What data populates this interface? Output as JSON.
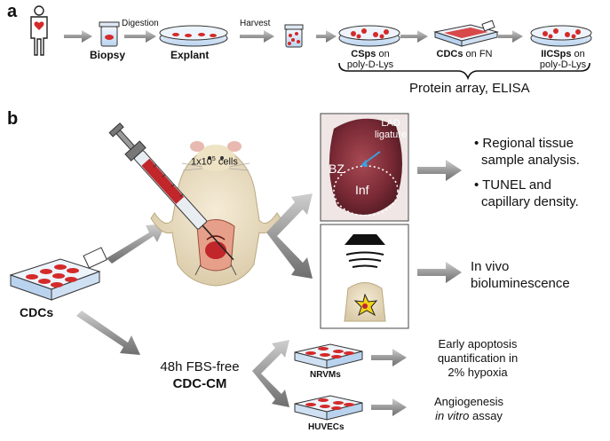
{
  "panel_a": {
    "letter": "a",
    "steps": {
      "biopsy": "Biopsy",
      "explant": "Explant",
      "csps": {
        "bold": "CSps",
        "rest1": " on",
        "rest2": "poly-D-Lys"
      },
      "cdcs": {
        "bold": "CDCs",
        "rest": " on FN"
      },
      "iicsps": {
        "bold": "IICSps",
        "rest1": " on",
        "rest2": "poly-D-Lys"
      }
    },
    "arrow_labels": {
      "digestion": "Digestion",
      "harvest": "Harvest"
    },
    "bracket_label": "Protein array, ELISA"
  },
  "panel_b": {
    "letter": "b",
    "cdcs_label": "CDCs",
    "cells": {
      "prefix": "1x10",
      "exp": "5",
      "suffix": " cells"
    },
    "heart": {
      "lad": "LAD",
      "ligature": "ligature",
      "bz": "BZ",
      "inf": "Inf"
    },
    "results": {
      "bullet1_line1": "• Regional tissue",
      "bullet1_line2": "sample analysis.",
      "bullet2_line1": "• TUNEL and",
      "bullet2_line2": "capillary density.",
      "invivo_line1": "In vivo",
      "invivo_line2": "bioluminescence"
    },
    "cm": {
      "line1": "48h FBS-free",
      "line2": "CDC-CM"
    },
    "nrvms": "NRVMs",
    "huvecs": "HUVECs",
    "apoptosis": {
      "line1": "Early apoptosis",
      "line2": "quantification in",
      "line3": "2% hypoxia"
    },
    "angio": {
      "line1": "Angiogenesis",
      "line2a": "in vitro",
      "line2b": " assay"
    }
  },
  "colors": {
    "arrow": "#8a8a8a",
    "cell_red": "#d42a2a",
    "dish_blue": "#9fc3ea",
    "heart_dark": "#7a2a35"
  }
}
